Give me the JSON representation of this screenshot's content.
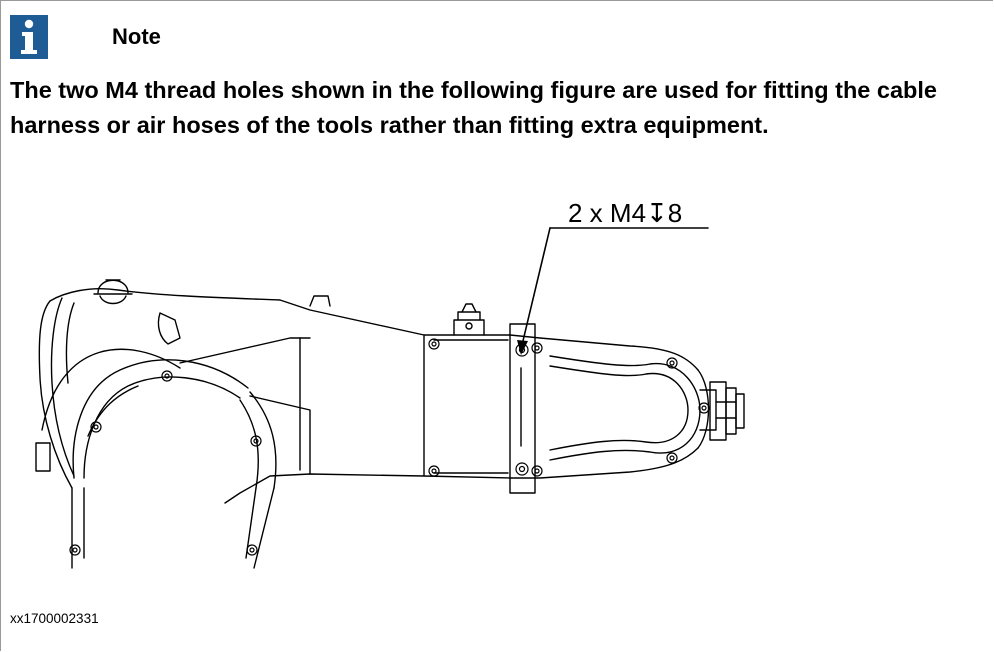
{
  "note": {
    "icon": "info-icon",
    "title": "Note",
    "body": "The two M4 thread holes shown in the following figure are used for fitting the cable harness or air hoses of the tools rather than fitting extra equipment."
  },
  "figure": {
    "callout_label": "2 x M4↧8",
    "image_id": "xx1700002331"
  },
  "colors": {
    "icon_background": "#1f5c96",
    "line": "#000000"
  }
}
